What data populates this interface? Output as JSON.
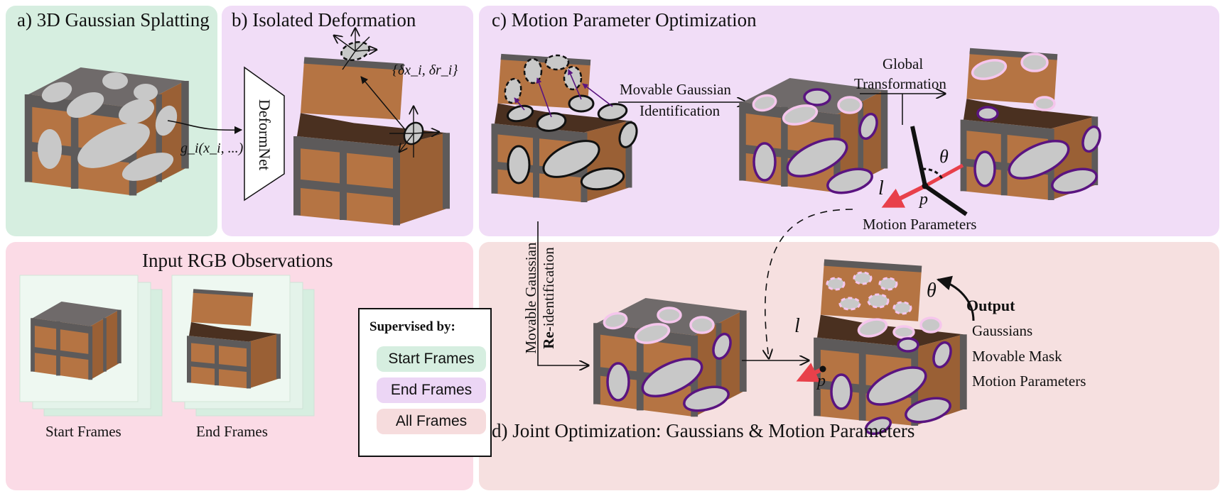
{
  "panels": {
    "a": {
      "title": "a) 3D Gaussian Splatting",
      "func_label": "g_i(x_i, ...)",
      "color": "#d6eee0"
    },
    "b": {
      "title": "b) Isolated Deformation",
      "net_label": "DeformNet",
      "delta_label": "{δx_i, δr_i}",
      "color": "#f1ddf7"
    },
    "c": {
      "title": "c) Motion Parameter Optimization",
      "movable_id_line1": "Movable Gaussian",
      "movable_id_line2": "Identification",
      "global_line1": "Global",
      "global_line2": "Transformation",
      "theta": "θ",
      "l": "l",
      "p": "p",
      "motion_params": "Motion Parameters",
      "color": "#f1ddf7"
    },
    "input": {
      "title": "Input RGB Observations",
      "start_label": "Start Frames",
      "end_label": "End Frames",
      "color": "#fbdbe6"
    },
    "legend": {
      "title": "Supervised by:",
      "items": [
        {
          "label": "Start Frames",
          "color": "#d6eee0"
        },
        {
          "label": "End Frames",
          "color": "#ecd6f5"
        },
        {
          "label": "All Frames",
          "color": "#f6dcdd"
        }
      ]
    },
    "d": {
      "title": "d) Joint Optimization: Gaussians & Motion Parameters",
      "reid_line1": "Movable Gaussian",
      "reid_prefix": "Re",
      "reid_suffix": "-identification",
      "theta": "θ",
      "l": "l",
      "p": "p",
      "output_title": "Output",
      "output_items": [
        "Gaussians",
        "Movable Mask",
        "Motion Parameters"
      ],
      "color": "#f6e0e0"
    }
  },
  "colors": {
    "movable_outline": "#5a1480",
    "accent_arrow": "#e8404a",
    "gaussian_fill": "#c8c8c8"
  }
}
